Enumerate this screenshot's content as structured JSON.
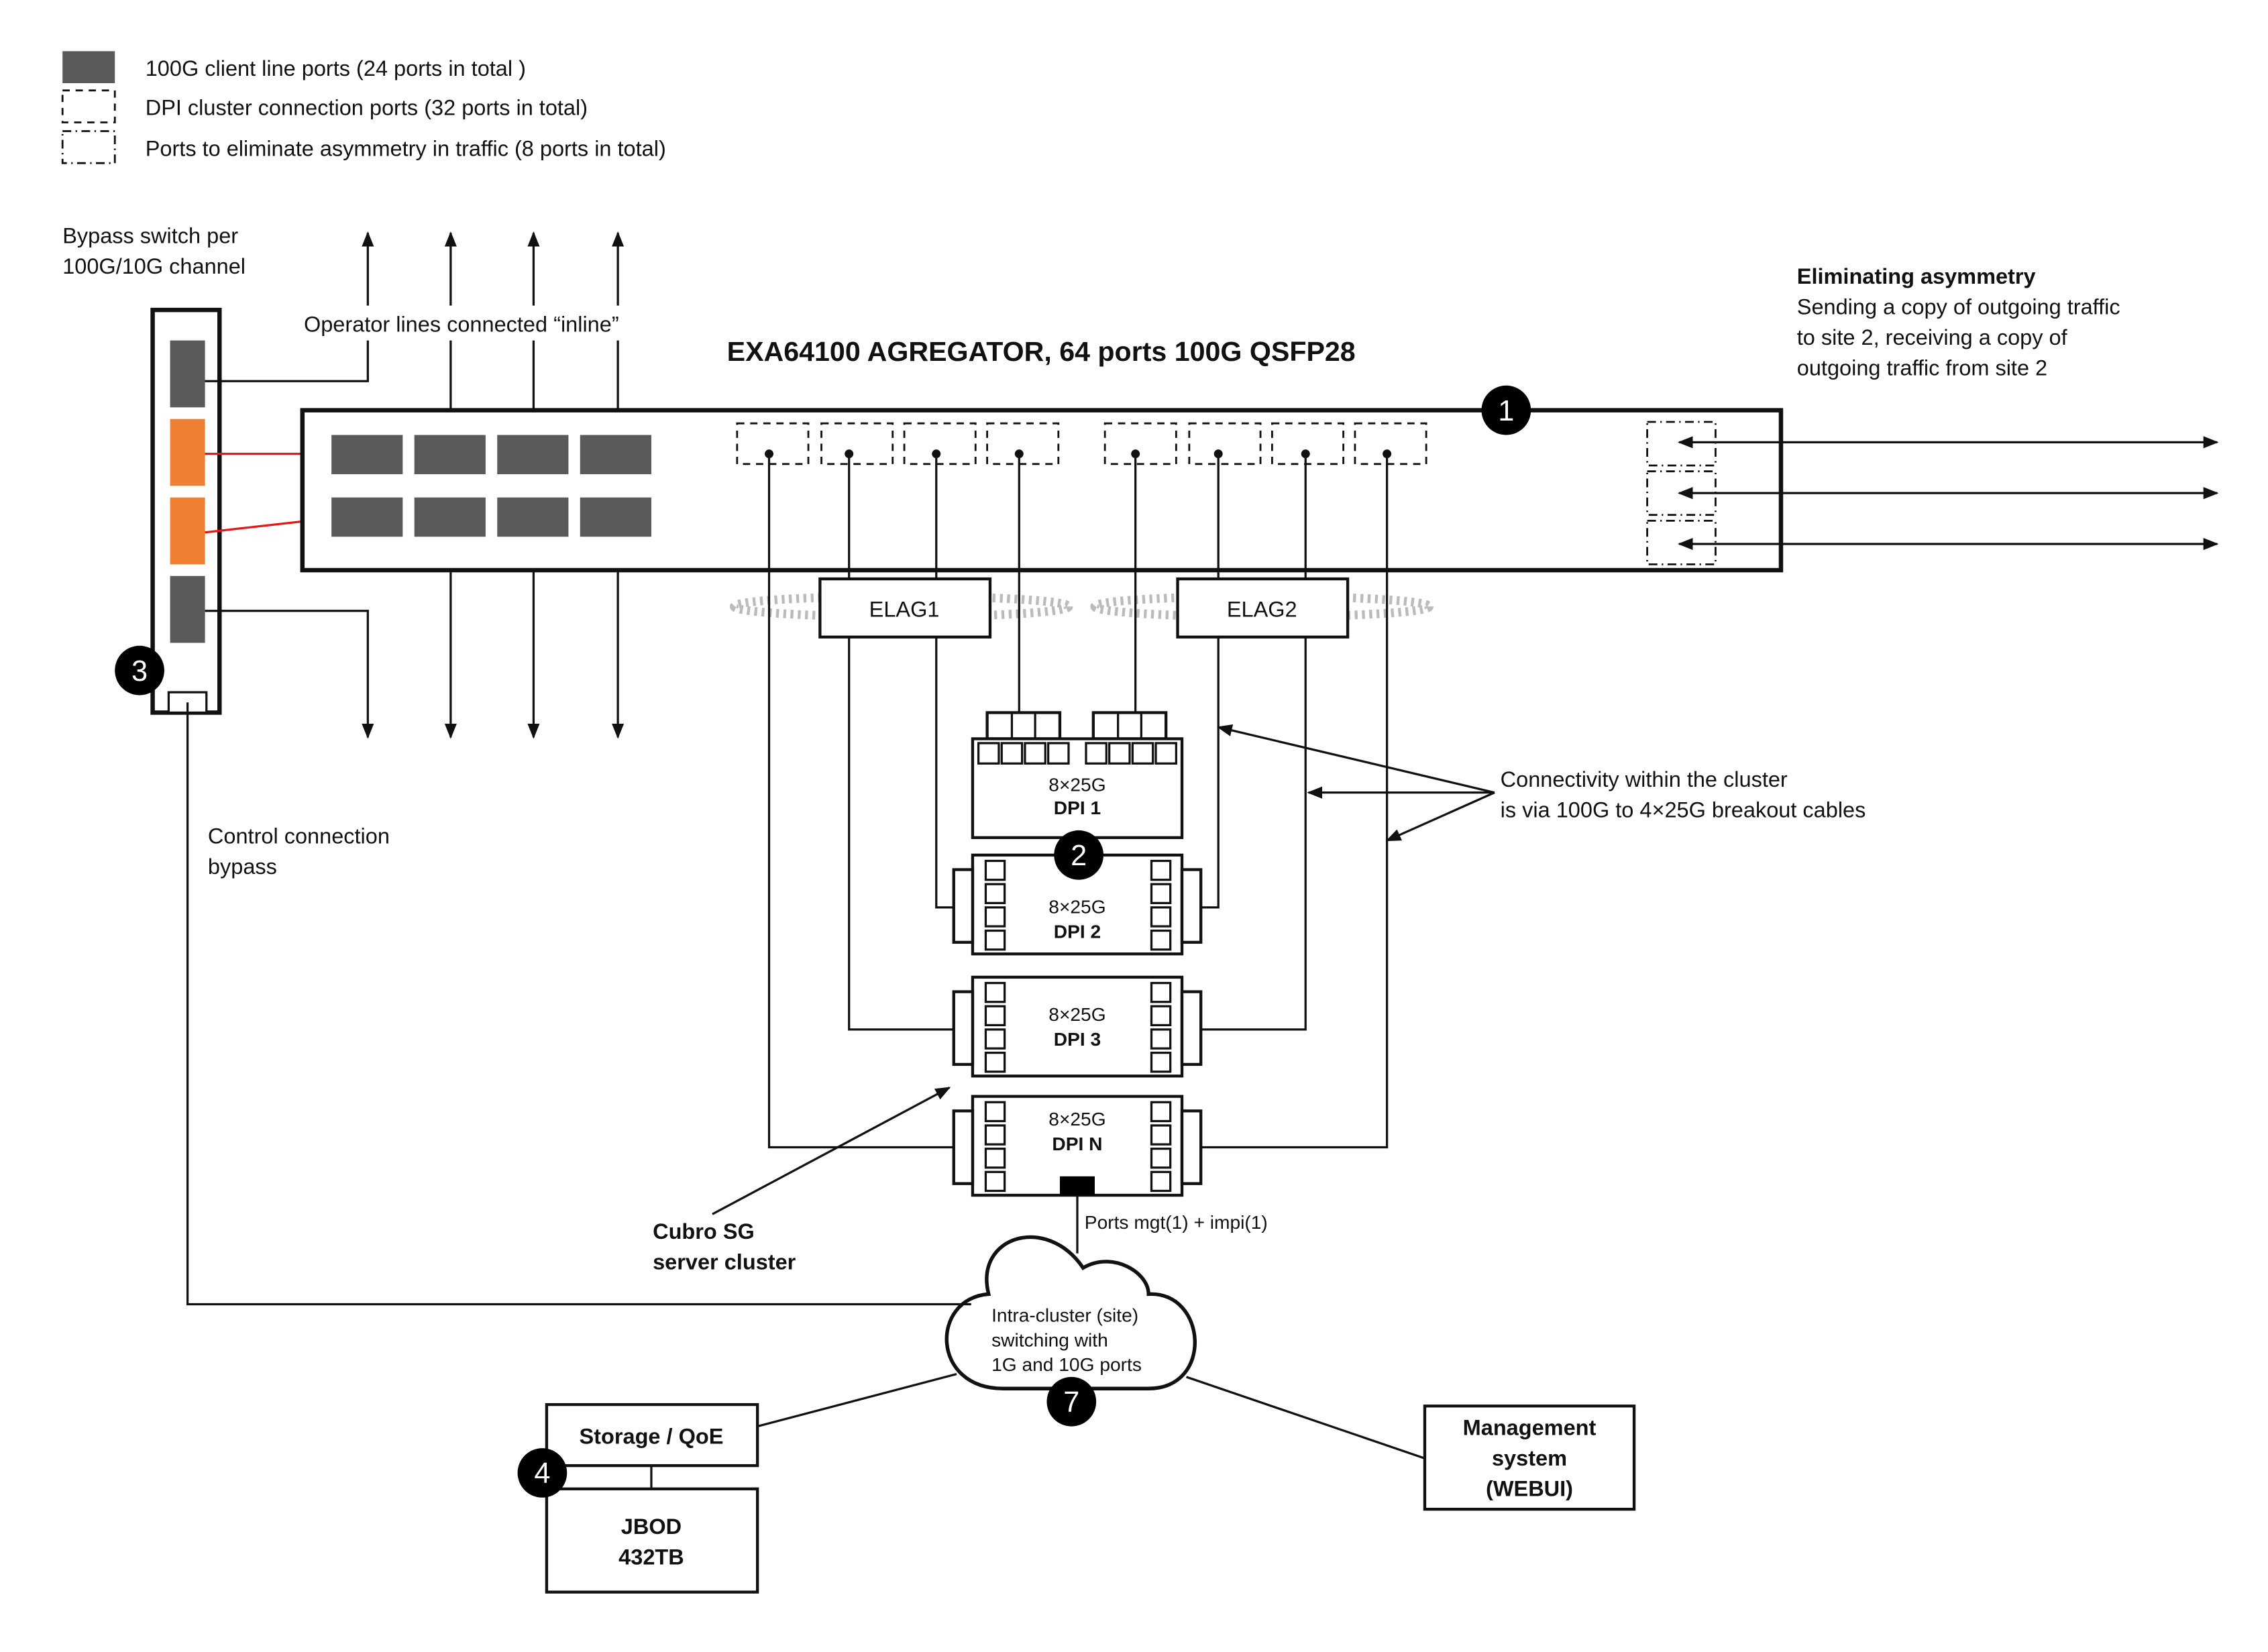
{
  "legend": [
    {
      "icon": "solid-port-swatch",
      "label": "100G client line ports (24 ports in total )"
    },
    {
      "icon": "dashed-port-swatch",
      "label": "DPI cluster connection ports (32 ports in total)"
    },
    {
      "icon": "dashdot-port-swatch",
      "label": "Ports to eliminate asymmetry in traffic (8 ports in total)"
    }
  ],
  "bypass": {
    "label_line1": "Bypass switch per",
    "label_line2": "100G/10G channel",
    "badge": "3",
    "port_colors": {
      "line": "#5a5a5a",
      "monitor": "#ee7f33",
      "link": "#e8181a"
    }
  },
  "operator_lines_label": "Operator lines connected “inline”",
  "aggregator": {
    "title": "EXA64100 AGREGATOR, 64 ports 100G QSFP28",
    "badge": "1"
  },
  "asymmetry": {
    "title": "Eliminating asymmetry",
    "line1": "Sending a copy of outgoing traffic",
    "line2": "to site 2, receiving a copy of",
    "line3": "outgoing traffic from site 2"
  },
  "elag": [
    "ELAG1",
    "ELAG2"
  ],
  "dpi_nodes": [
    {
      "speed": "8×25G",
      "name": "DPI 1"
    },
    {
      "speed": "8×25G",
      "name": "DPI 2"
    },
    {
      "speed": "8×25G",
      "name": "DPI 3"
    },
    {
      "speed": "8×25G",
      "name": "DPI N"
    }
  ],
  "dpi_badge": "2",
  "connectivity": {
    "line1": "Connectivity within the cluster",
    "line2": "is via 100G to 4×25G breakout cables"
  },
  "control": {
    "line1": "Control connection",
    "line2": "bypass"
  },
  "cluster_label": {
    "line1": "Cubro SG",
    "line2": "server cluster"
  },
  "mgmt_ports_label": "Ports mgt(1) + impi(1)",
  "cloud": {
    "line1": "Intra-cluster (site)",
    "line2": "switching with",
    "line3": "1G and 10G ports",
    "badge": "7"
  },
  "storage": {
    "label": "Storage / QoE",
    "badge": "4"
  },
  "jbod": {
    "line1": "JBOD",
    "line2": "432TB"
  },
  "management": {
    "line1": "Management",
    "line2": "system",
    "line3": "(WEBUI)"
  }
}
